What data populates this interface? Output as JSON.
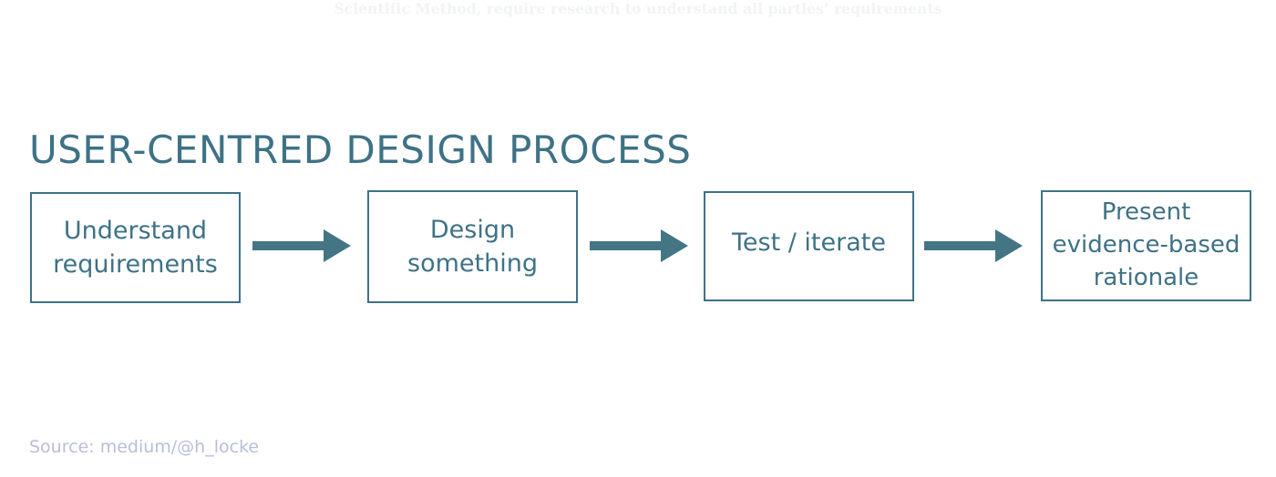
{
  "watermark": {
    "text": "Scientific Method, require research to understand all parties’ requirements"
  },
  "title": {
    "text": "USER-CENTRED DESIGN PROCESS"
  },
  "colors": {
    "accent": "#3e7286",
    "arrow": "#447585",
    "background": "#ffffff",
    "source_text": "#b9bed9",
    "watermark_text": "#f2f3f4"
  },
  "diagram": {
    "type": "linear-process-flow",
    "steps": [
      {
        "id": "understand-requirements",
        "label": "Understand\nrequirements"
      },
      {
        "id": "design-something",
        "label": "Design\nsomething"
      },
      {
        "id": "test-iterate",
        "label": "Test / iterate"
      },
      {
        "id": "present-rationale",
        "label": "Present\nevidence-based\nrationale"
      }
    ],
    "connectors": [
      {
        "id": "arrow-1",
        "icon": "arrow-right-icon",
        "from": "understand-requirements",
        "to": "design-something"
      },
      {
        "id": "arrow-2",
        "icon": "arrow-right-icon",
        "from": "design-something",
        "to": "test-iterate"
      },
      {
        "id": "arrow-3",
        "icon": "arrow-right-icon",
        "from": "test-iterate",
        "to": "present-rationale"
      }
    ]
  },
  "source": {
    "text": "Source: medium/@h_locke"
  }
}
